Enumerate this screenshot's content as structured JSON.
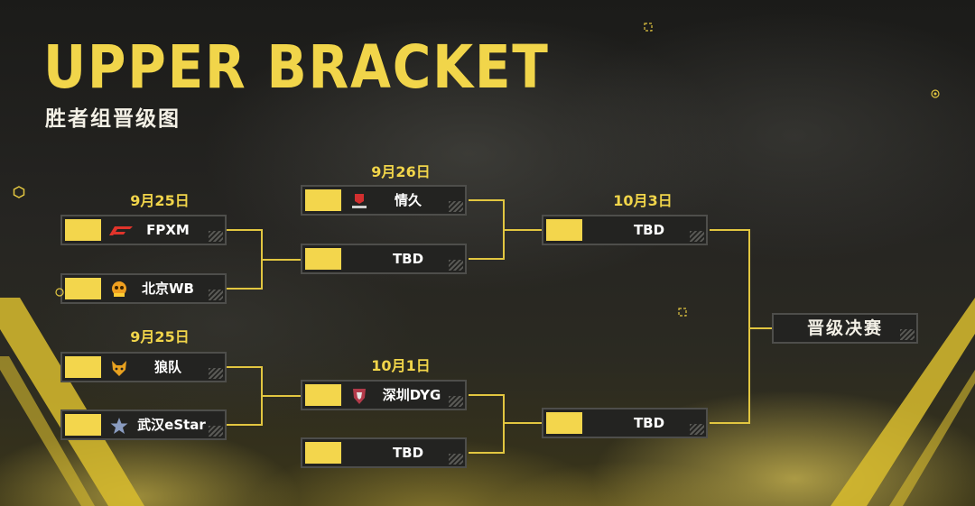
{
  "header": {
    "title": "UPPER BRACKET",
    "subtitle": "胜者组晋级图"
  },
  "dates": {
    "r1_top": "9月25日",
    "r1_bottom": "9月25日",
    "r2_top": "9月26日",
    "r2_bottom": "10月1日",
    "r3": "10月3日"
  },
  "matches": {
    "r1_top_a": "FPXM",
    "r1_top_b": "北京WB",
    "r1_bottom_a": "狼队",
    "r1_bottom_b": "武汉eStar",
    "r2_top_a": "情久",
    "r2_top_b": "TBD",
    "r2_bottom_a": "深圳DYG",
    "r2_bottom_b": "TBD",
    "r3_top": "TBD",
    "r3_bottom": "TBD"
  },
  "final_label": "晋级决赛",
  "logos": {
    "fpxm": "fpx-logo",
    "wb": "wb-monkey-logo",
    "wolves": "wolf-logo",
    "estar": "estar-logo",
    "qingjiu": "qingjiu-logo",
    "dyg": "dyg-shield-logo"
  },
  "colors": {
    "accent": "#f1d54a",
    "score_box": "#f3d64c",
    "slot_bg": "#232321",
    "slot_border": "#4e4e4b"
  }
}
